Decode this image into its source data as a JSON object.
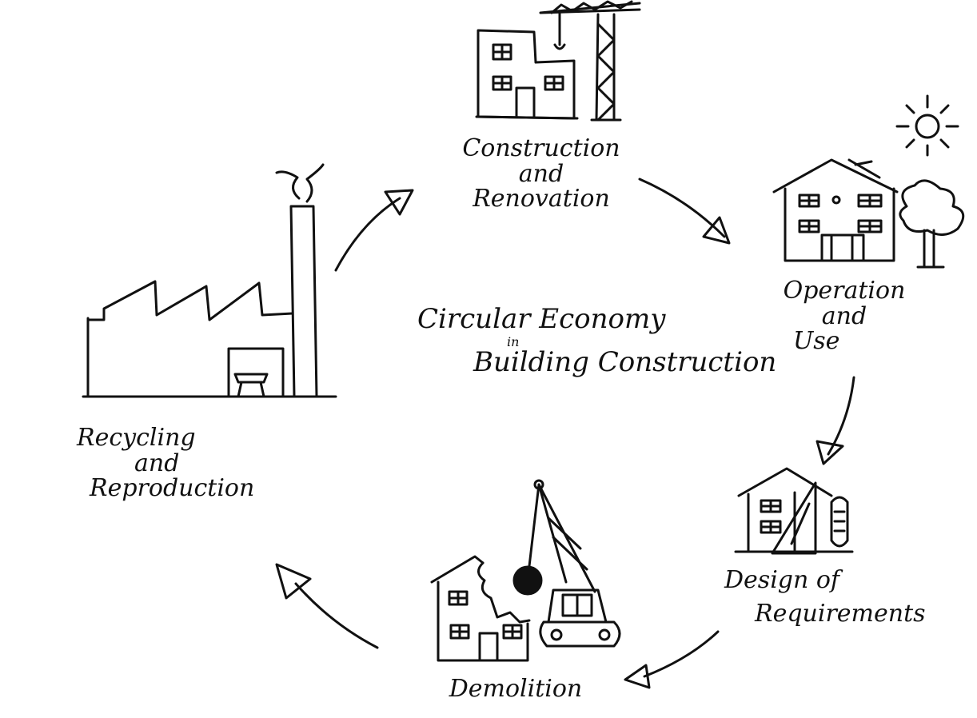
{
  "diagram": {
    "center": {
      "line1": "Circular Economy",
      "line2": "in",
      "line3": "Building Construction"
    },
    "stages": [
      {
        "id": "construction",
        "lines": [
          "Construction",
          "and",
          "Renovation"
        ]
      },
      {
        "id": "operation",
        "lines": [
          "Operation",
          "and",
          "Use"
        ]
      },
      {
        "id": "design",
        "lines": [
          "Design of",
          "Requirements"
        ]
      },
      {
        "id": "demolition",
        "lines": [
          "Demolition"
        ]
      },
      {
        "id": "recycling",
        "lines": [
          "Recycling",
          "and",
          "Reproduction"
        ]
      }
    ],
    "stroke_color": "#111111",
    "background_color": "#ffffff"
  }
}
